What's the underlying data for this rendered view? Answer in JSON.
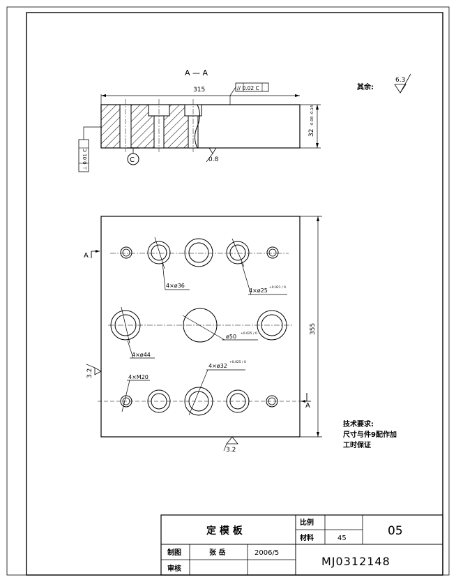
{
  "section_label": "A — A",
  "section_view": {
    "width_dim": "315",
    "parallelism_tol": "// 0.02 C",
    "thickness_dim": "32",
    "thickness_tol": "-0.08\n-0.14",
    "bottom_roughness": "0.8",
    "datum_c": "C",
    "perp_tol": "⊥ 0.01 C"
  },
  "plan_view": {
    "height_dim": "355",
    "callout_36": "4×ø36",
    "callout_25": "4×ø25",
    "callout_25_tol": "+0.021 / 0",
    "callout_44": "4×ø44",
    "callout_50": "ø50",
    "callout_50_tol": "+0.025 / 0",
    "callout_32": "4×ø32",
    "callout_32_tol": "+0.025 / 0",
    "callout_m20": "4×M20",
    "section_mark": "A",
    "side_roughness": "3.2",
    "bottom_roughness": "3.2"
  },
  "roughness_note": {
    "label": "其余:",
    "value": "6.3"
  },
  "tech_requirements": {
    "title": "技术要求:",
    "line1": "尺寸与件9配作加",
    "line2": "工时保证"
  },
  "title_block": {
    "part_name": "定 模 板",
    "scale_label": "比例",
    "scale_value": "",
    "material_label": "材料",
    "material_value": "45",
    "sheet_no": "05",
    "drawn_label": "制图",
    "drawn_by": "张 岳",
    "date": "2006/5",
    "checked_label": "审核",
    "drawing_no": "MJ0312148"
  }
}
